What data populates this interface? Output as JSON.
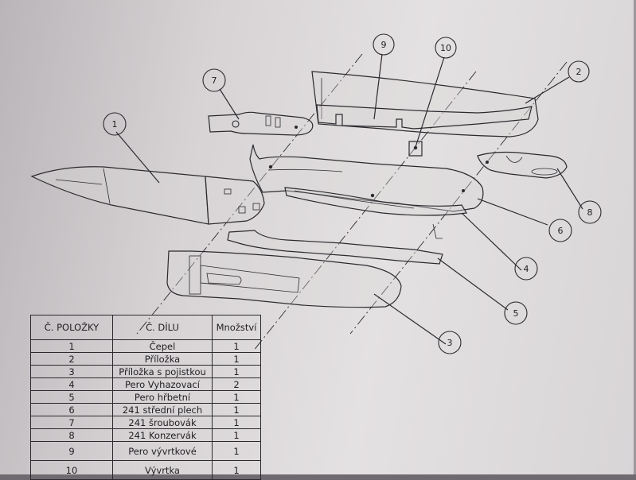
{
  "callouts": [
    {
      "id": "1",
      "label": "1"
    },
    {
      "id": "2",
      "label": "2"
    },
    {
      "id": "3",
      "label": "3"
    },
    {
      "id": "4",
      "label": "4"
    },
    {
      "id": "5",
      "label": "5"
    },
    {
      "id": "6",
      "label": "6"
    },
    {
      "id": "7",
      "label": "7"
    },
    {
      "id": "8",
      "label": "8"
    },
    {
      "id": "9",
      "label": "9"
    },
    {
      "id": "10",
      "label": "10"
    }
  ],
  "bom": {
    "headers": [
      "Č. POLOŽKY",
      "Č. DÍLU",
      "Množství"
    ],
    "rows": [
      {
        "no": "1",
        "part": "Čepel",
        "qty": "1"
      },
      {
        "no": "2",
        "part": "Příložka",
        "qty": "1"
      },
      {
        "no": "3",
        "part": "Příložka s pojistkou",
        "qty": "1"
      },
      {
        "no": "4",
        "part": "Pero Vyhazovací",
        "qty": "2"
      },
      {
        "no": "5",
        "part": "Pero hřbetní",
        "qty": "1"
      },
      {
        "no": "6",
        "part": "241 střední plech",
        "qty": "1"
      },
      {
        "no": "7",
        "part": "241 šroubovák",
        "qty": "1"
      },
      {
        "no": "8",
        "part": "241 Konzervák",
        "qty": "1"
      },
      {
        "no": "9",
        "part": "Pero vývrtkové",
        "qty": "1"
      },
      {
        "no": "10",
        "part": "Vývrtka",
        "qty": "1"
      }
    ]
  }
}
